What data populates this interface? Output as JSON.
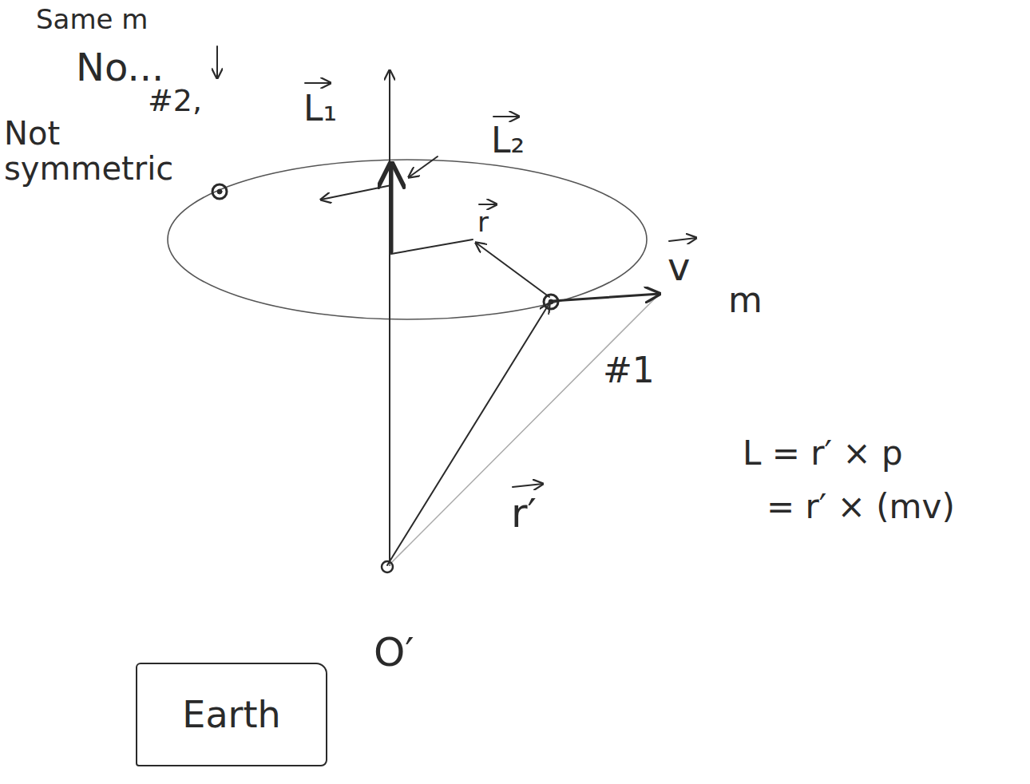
{
  "diagram": {
    "nodes": [
      {
        "text": [
          "Earth"
        ]
      }
    ],
    "labels": [
      "Same m",
      "No...",
      "Not symmetric",
      "#2,",
      "L₁",
      "L₂",
      "r",
      "v",
      "m",
      "#1",
      "r′",
      "L = r′ × p",
      "= r′ × (mv)",
      "O′"
    ]
  }
}
